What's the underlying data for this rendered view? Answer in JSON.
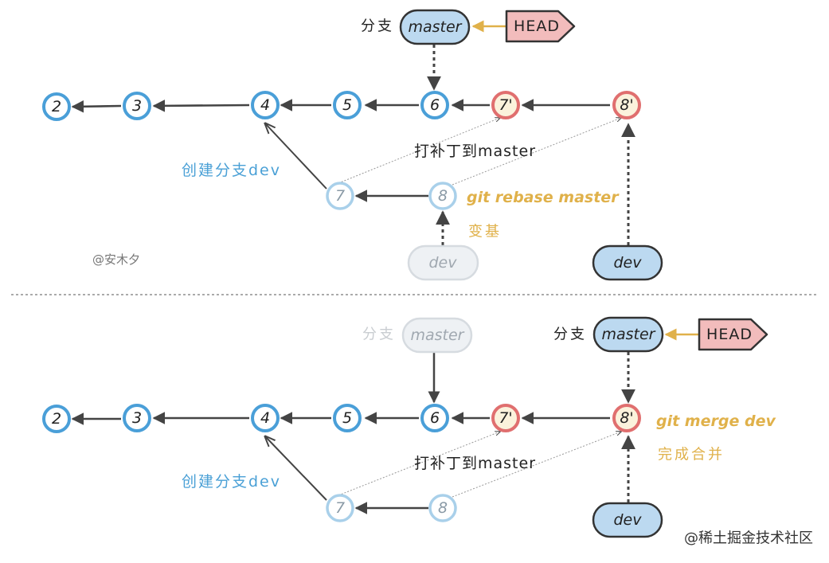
{
  "colors": {
    "blue": "#4a9fd8",
    "red": "#e06f6f",
    "redFill": "#fbf2dc",
    "faded": "#a9d0ea",
    "pillFill": "#bcd9f0",
    "fadedPillFill": "#eef1f4",
    "headFill": "#f2bcbc",
    "gold": "#e0b14a",
    "arrow": "#444444"
  },
  "top": {
    "branch_word": "分支",
    "master_label": "master",
    "head_label": "HEAD",
    "commits": [
      "2",
      "3",
      "4",
      "5",
      "6",
      "7'",
      "8'"
    ],
    "old_commits": [
      "7",
      "8"
    ],
    "create_branch": "创建分支dev",
    "patch_note": "打补丁到master",
    "rebase_cmd": "git rebase master",
    "rebase_cn": "变基",
    "old_dev_label": "dev",
    "dev_label": "dev",
    "signature": "@安木夕"
  },
  "bottom": {
    "old_branch_word": "分支",
    "old_master_label": "master",
    "branch_word": "分支",
    "master_label": "master",
    "head_label": "HEAD",
    "commits": [
      "2",
      "3",
      "4",
      "5",
      "6",
      "7'",
      "8'"
    ],
    "old_commits": [
      "7",
      "8"
    ],
    "create_branch": "创建分支dev",
    "patch_note": "打补丁到master",
    "merge_cmd": "git merge dev",
    "merge_cn": "完成合并",
    "dev_label": "dev"
  },
  "watermark": "@稀土掘金技术社区"
}
